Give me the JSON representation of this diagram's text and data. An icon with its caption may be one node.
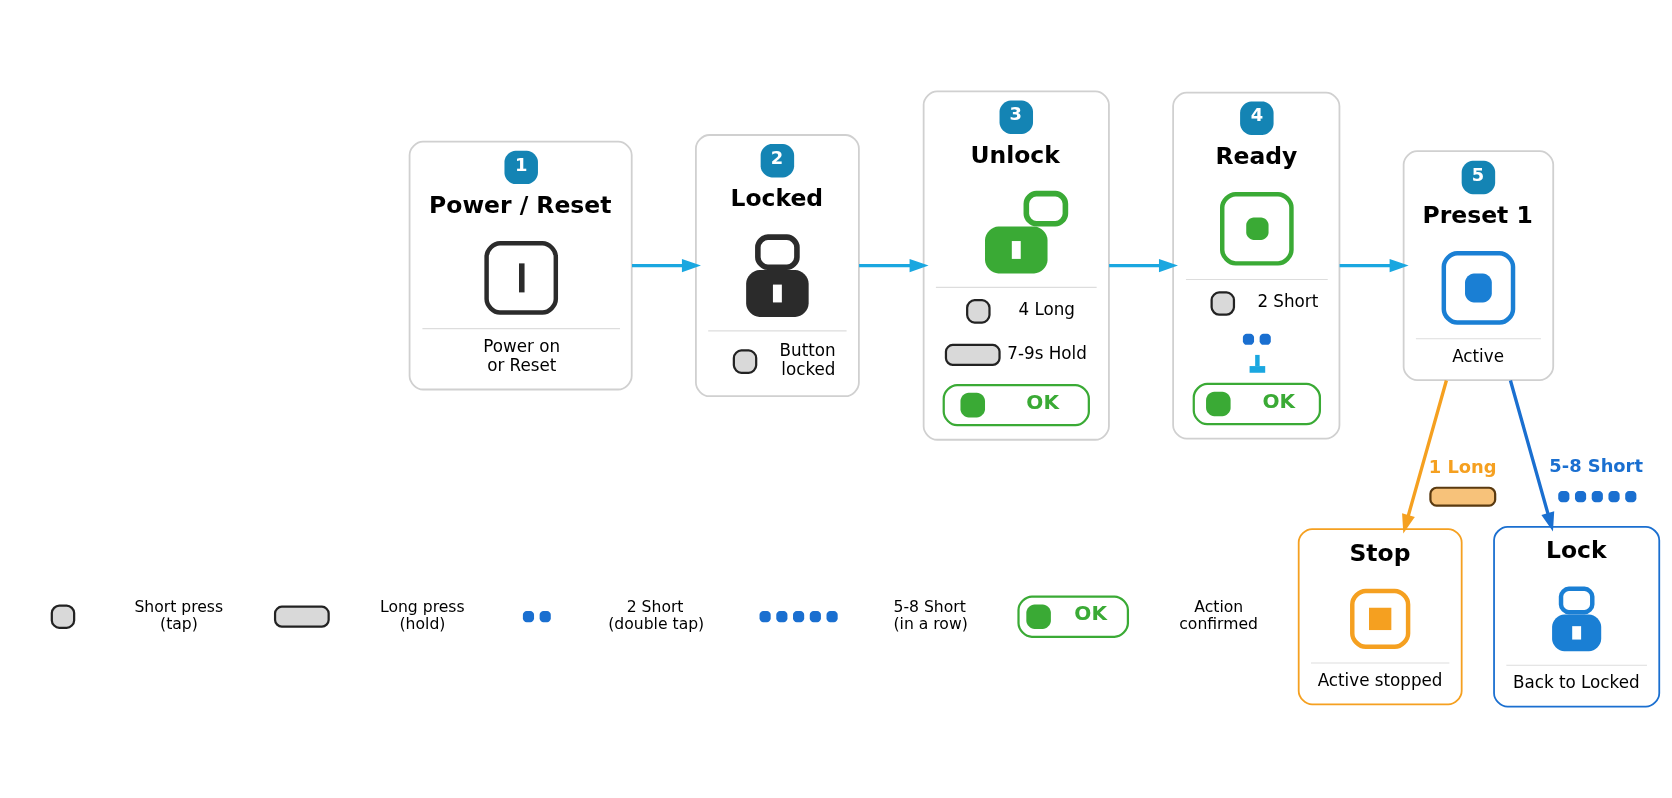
{
  "diagram": {
    "nodes": [
      {
        "text": [
          "1",
          "Power / Reset",
          "Power on or Reset"
        ]
      },
      {
        "text": [
          "2",
          "Locked",
          "Button locked"
        ]
      },
      {
        "text": [
          "3",
          "Unlock",
          "4 Long",
          "7-9s Hold",
          "OK"
        ]
      },
      {
        "text": [
          "4",
          "Ready",
          "2 Short",
          "OK"
        ]
      },
      {
        "text": [
          "5",
          "Preset 1",
          "Active"
        ]
      },
      {
        "text": [
          "Stop",
          "Active stopped"
        ]
      },
      {
        "text": [
          "Lock",
          "Back to Locked"
        ]
      }
    ],
    "edges": [
      {
        "from": 0,
        "to": 1,
        "arrow": "to"
      },
      {
        "from": 1,
        "to": 2,
        "arrow": "to"
      },
      {
        "from": 2,
        "to": 3,
        "arrow": "to"
      },
      {
        "from": 3,
        "to": 4,
        "arrow": "to"
      },
      {
        "from": 4,
        "to": 5,
        "arrow": "to",
        "label": "1 Long",
        "color": "#f5a020"
      },
      {
        "from": 4,
        "to": 6,
        "arrow": "to",
        "label": "5-8 Short",
        "color": "#1a6fd0"
      }
    ],
    "labels": [
      "OK"
    ],
    "legend": [
      {
        "text": "Short press (tap)"
      },
      {
        "text": "Long press (hold)"
      },
      {
        "text": "2 Short (double tap)"
      },
      {
        "text": "5-8 Short (in a row)"
      },
      {
        "text": "Action confirmed"
      }
    ]
  }
}
